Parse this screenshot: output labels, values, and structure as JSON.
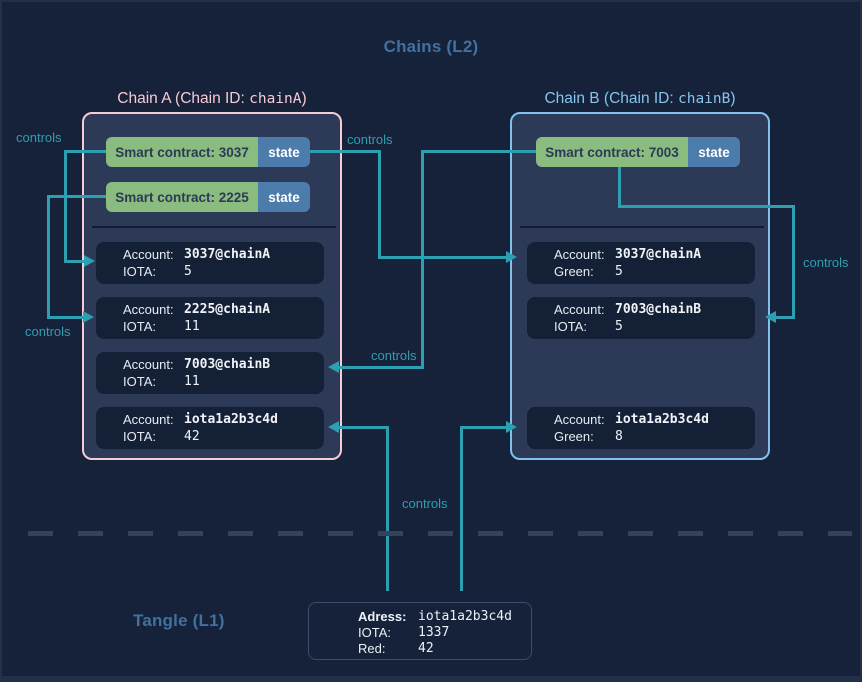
{
  "colors": {
    "background": "#16213a",
    "chain_fill": "#2c3a57",
    "account_fill": "#142036",
    "chain_a_border": "#f6cbd5",
    "chain_b_border": "#7fc2ec",
    "contract_green": "#8abc80",
    "state_blue": "#4b7cab",
    "arrow_teal": "#2c9fb0",
    "heading_blue": "#40719f"
  },
  "titles": {
    "l2": "Chains (L2)",
    "l1": "Tangle (L1)"
  },
  "controls": [
    "controls",
    "controls",
    "controls",
    "controls",
    "controls",
    "controls"
  ],
  "chain_a": {
    "title_prefix": "Chain A (Chain ID: ",
    "title_code": "chainA",
    "title_suffix": ")",
    "contracts": [
      {
        "label": "Smart contract: 3037",
        "state": "state"
      },
      {
        "label": "Smart contract: 2225",
        "state": "state"
      }
    ],
    "accounts": [
      {
        "label1": "Account:",
        "value1": "3037@chainA",
        "label2": "IOTA:",
        "value2": "5"
      },
      {
        "label1": "Account:",
        "value1": "2225@chainA",
        "label2": "IOTA:",
        "value2": "11"
      },
      {
        "label1": "Account:",
        "value1": "7003@chainB",
        "label2": "IOTA:",
        "value2": "11"
      },
      {
        "label1": "Account:",
        "value1": "iota1a2b3c4d",
        "label2": "IOTA:",
        "value2": "42"
      }
    ]
  },
  "chain_b": {
    "title_prefix": "Chain B (Chain ID: ",
    "title_code": "chainB",
    "title_suffix": ")",
    "contracts": [
      {
        "label": "Smart contract: 7003",
        "state": "state"
      }
    ],
    "accounts": [
      {
        "label1": "Account:",
        "value1": "3037@chainA",
        "label2": "Green:",
        "value2": "5"
      },
      {
        "label1": "Account:",
        "value1": "7003@chainB",
        "label2": "IOTA:",
        "value2": "5"
      },
      {
        "label1": "Account:",
        "value1": "iota1a2b3c4d",
        "label2": "Green:",
        "value2": "8"
      }
    ]
  },
  "l1_box": {
    "rows": [
      {
        "label": "Adress:",
        "value": "iota1a2b3c4d"
      },
      {
        "label": "IOTA:",
        "value": "1337"
      },
      {
        "label": "Red:",
        "value": "42"
      }
    ]
  }
}
